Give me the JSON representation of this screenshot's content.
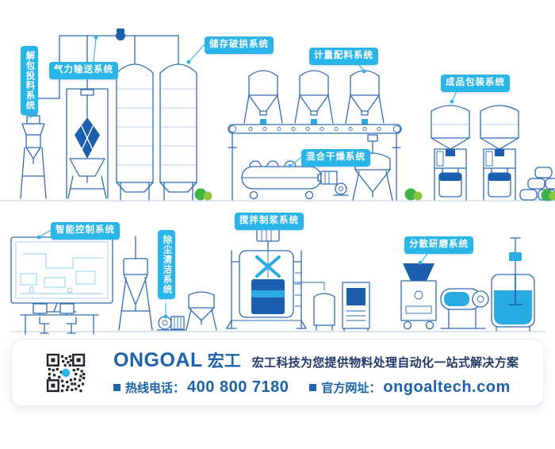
{
  "system_labels": {
    "unpacking": "解包投料系统",
    "pneumatic": "气力输送系统",
    "storage": "储存破拱系统",
    "metering": "计量配料系统",
    "packaging": "成品包装系统",
    "mixing_drying": "混合干燥系统",
    "smart_control": "智能控制系统",
    "dust_cleaning": "除尘清洁系统",
    "stir_pulping": "搅拌制浆系统",
    "disperse_grinding": "分散研磨系统"
  },
  "footer": {
    "brand_en": "ONGOAL",
    "brand_cn": "宏工",
    "tagline": "宏工科技为您提供物料处理自动化一站式解决方案",
    "hotline_label": "热线电话：",
    "hotline_number": "400 800 7180",
    "website_label": "官方网址：",
    "website_url": "ongoaltech.com"
  },
  "colors": {
    "badge_cyan": "#29b5e8",
    "line_blue": "#2e6bb2",
    "fill_navy": "#1b5fae",
    "fill_cyan": "#29abe2",
    "brand_blue": "#1b62ab",
    "bush_green": "#3eb44a"
  }
}
